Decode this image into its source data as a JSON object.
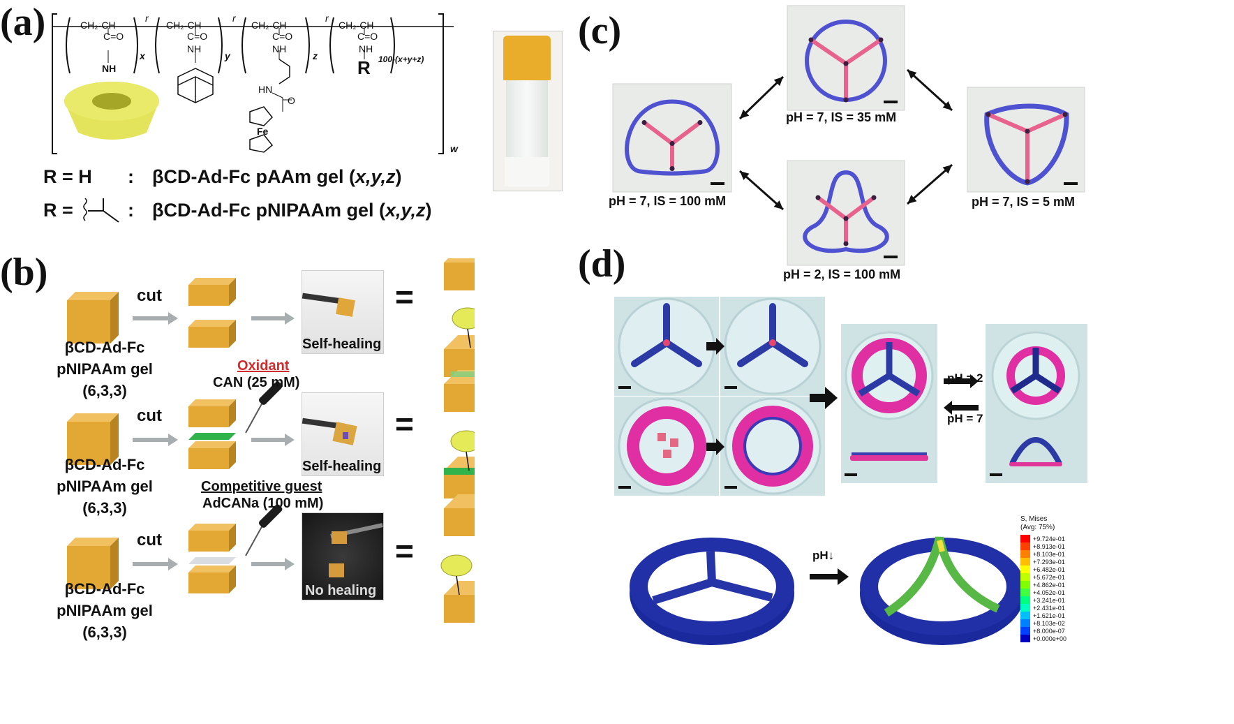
{
  "panels": {
    "a": "(a)",
    "b": "(b)",
    "c": "(c)",
    "d": "(d)"
  },
  "panel_a": {
    "monomers": [
      {
        "backbone": "CH₂-CH",
        "carbonyl": "C=O",
        "amine": "NH",
        "subscript": "x"
      },
      {
        "backbone": "CH₂-CH",
        "carbonyl": "C=O",
        "amine": "NH",
        "subscript": "y"
      },
      {
        "backbone": "CH₂-CH",
        "carbonyl": "C=O",
        "amine": "NH",
        "amine2": "HN",
        "carbonyl2": "O",
        "metal": "Fe",
        "subscript": "z"
      },
      {
        "backbone": "CH₂-CH",
        "carbonyl": "C=O",
        "amine": "NH",
        "r_group": "R",
        "subscript": "100-(x+y+z)"
      }
    ],
    "linkage": "r",
    "polymer_subscript": "w",
    "legend": [
      {
        "r": "R = H",
        "desc": "βCD-Ad-Fc pAAm gel (",
        "vars": "x,y,z",
        "close": ")"
      },
      {
        "r": "R = ",
        "desc": "βCD-Ad-Fc pNIPAAm gel (",
        "vars": "x,y,z",
        "close": ")"
      }
    ],
    "colon": ":"
  },
  "panel_b": {
    "rows": [
      {
        "label1": "βCD-Ad-Fc",
        "label2": "pNIPAAm gel",
        "label3": "(6,3,3)",
        "action": "cut",
        "reagent_title": "",
        "reagent": "",
        "photo_caption": "Self-healing"
      },
      {
        "label1": "βCD-Ad-Fc",
        "label2": "pNIPAAm gel",
        "label3": "(6,3,3)",
        "action": "cut",
        "reagent_title": "Oxidant",
        "reagent": "CAN (25 mM)",
        "photo_caption": "Self-healing"
      },
      {
        "label1": "βCD-Ad-Fc",
        "label2": "pNIPAAm gel",
        "label3": "(6,3,3)",
        "action": "cut",
        "reagent_title": "Competitive guest",
        "reagent": "AdCANa (100 mM)",
        "photo_caption": "No healing"
      }
    ],
    "equals": "="
  },
  "panel_c": {
    "conditions": [
      {
        "label": "pH = 7, IS = 35 mM"
      },
      {
        "label": "pH = 7,  IS = 100 mM"
      },
      {
        "label": "pH = 2, IS = 100 mM"
      },
      {
        "label": "pH = 7, IS = 5 mM"
      }
    ]
  },
  "panel_d": {
    "ph_forward": "pH = 2",
    "ph_back": "pH = 7",
    "fea_arrow": "pH↓",
    "legend_title1": "S, Mises",
    "legend_title2": "(Avg: 75%)",
    "legend_values": [
      "+9.724e-01",
      "+8.913e-01",
      "+8.103e-01",
      "+7.293e-01",
      "+6.482e-01",
      "+5.672e-01",
      "+4.862e-01",
      "+4.052e-01",
      "+3.241e-01",
      "+2.431e-01",
      "+1.621e-01",
      "+8.103e-02",
      "+8.000e-07",
      "+0.000e+00"
    ],
    "legend_colors": [
      "#ff0000",
      "#ff4000",
      "#ff8000",
      "#ffbf00",
      "#ffff00",
      "#bfff00",
      "#80ff00",
      "#40ff40",
      "#00ff80",
      "#00ffbf",
      "#00bfff",
      "#0080ff",
      "#0040ff",
      "#0000c0"
    ]
  },
  "colors": {
    "gel": "#e3a834",
    "gel_dark": "#b8841f",
    "cd_yellow": "#e8e85a",
    "green_layer": "#2fb34a",
    "blue_ring": "#4f52d0",
    "pink_ring": "#e0359b",
    "fea_blue": "#2230a8"
  }
}
